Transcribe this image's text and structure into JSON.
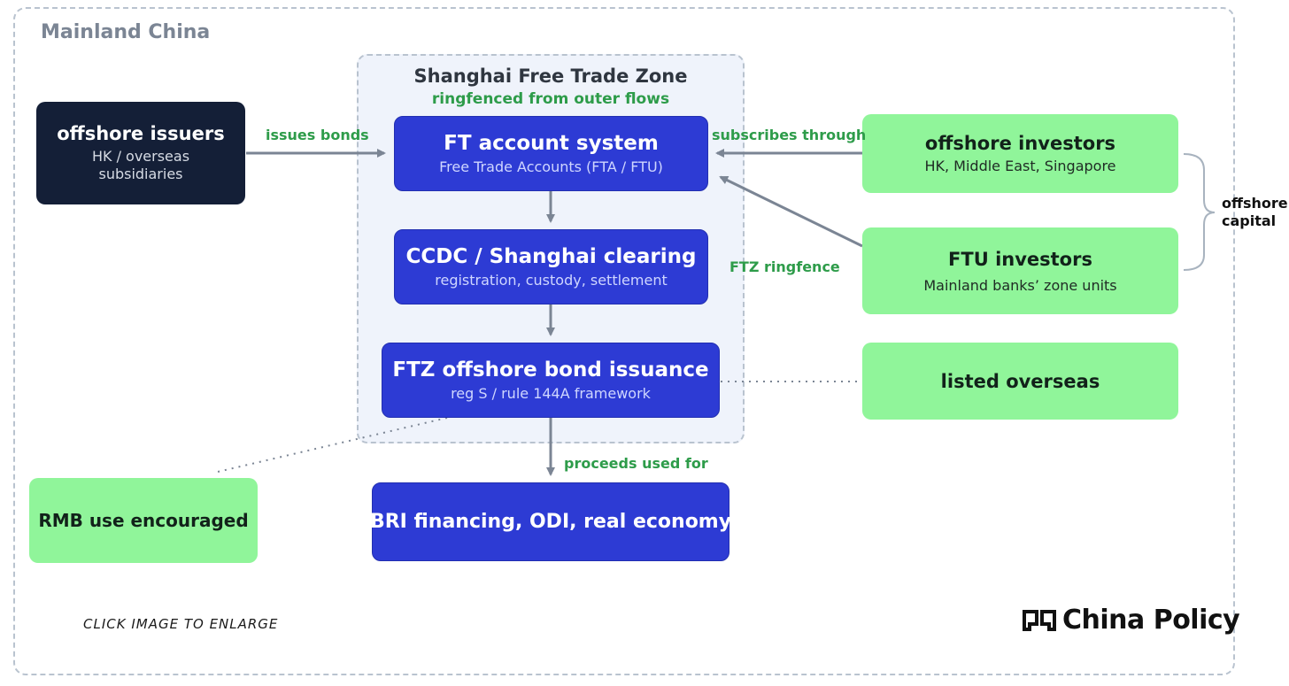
{
  "region_label": "Mainland China",
  "ftz": {
    "title": "Shanghai Free Trade Zone",
    "subtitle": "ringfenced from outer flows"
  },
  "nodes": {
    "offshore_issuers": {
      "title": "offshore issuers",
      "sub_line1": "HK / overseas",
      "sub_line2": "subsidiaries"
    },
    "ft_account_system": {
      "title": "FT account system",
      "sub": "Free Trade Accounts (FTA / FTU)"
    },
    "ccdc_clearing": {
      "title": "CCDC / Shanghai clearing",
      "sub": "registration, custody, settlement"
    },
    "ftz_bond_issuance": {
      "title": "FTZ offshore bond issuance",
      "sub": "reg S / rule 144A framework"
    },
    "bri_financing": {
      "title": "BRI financing, ODI, real economy"
    },
    "offshore_investors": {
      "title": "offshore investors",
      "sub": "HK, Middle East, Singapore"
    },
    "ftu_investors": {
      "title": "FTU investors",
      "sub": "Mainland banks’ zone units"
    },
    "listed_overseas": {
      "title": "listed overseas"
    },
    "rmb_use": {
      "title": "RMB use encouraged"
    }
  },
  "edge_labels": {
    "issues_bonds": "issues bonds",
    "subscribes_through": "subscribes through",
    "ftz_ringfence": "FTZ ringfence",
    "proceeds_used_for": "proceeds used for"
  },
  "group_label": {
    "line1": "offshore",
    "line2": "capital"
  },
  "footer": {
    "note": "CLICK IMAGE TO ENLARGE",
    "logo_text": "China Policy"
  },
  "colors": {
    "dark_node": "#141f37",
    "blue_node": "#2d3bd4",
    "green_node": "#90f59a",
    "edge_label": "#2e9c4a",
    "arrow": "#7b8594"
  }
}
